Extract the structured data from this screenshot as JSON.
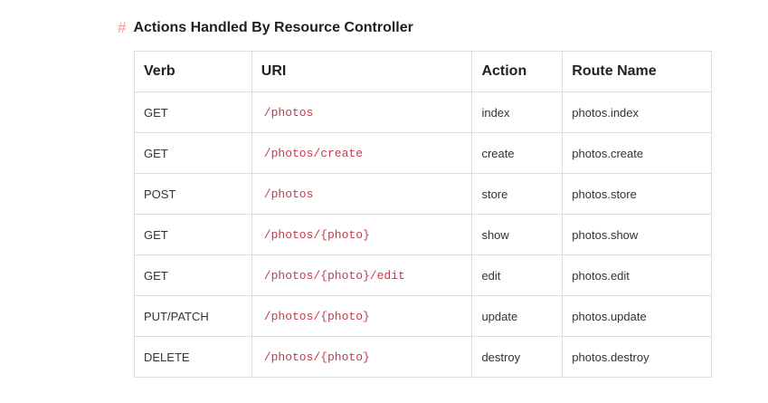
{
  "heading": {
    "hash": "#",
    "title": "Actions Handled By Resource Controller"
  },
  "table": {
    "headers": [
      "Verb",
      "URI",
      "Action",
      "Route Name"
    ],
    "rows": [
      {
        "verb": "GET",
        "uri": "/photos",
        "action": "index",
        "route": "photos.index"
      },
      {
        "verb": "GET",
        "uri": "/photos/create",
        "action": "create",
        "route": "photos.create"
      },
      {
        "verb": "POST",
        "uri": "/photos",
        "action": "store",
        "route": "photos.store"
      },
      {
        "verb": "GET",
        "uri": "/photos/{photo}",
        "action": "show",
        "route": "photos.show"
      },
      {
        "verb": "GET",
        "uri": "/photos/{photo}/edit",
        "action": "edit",
        "route": "photos.edit"
      },
      {
        "verb": "PUT/PATCH",
        "uri": "/photos/{photo}",
        "action": "update",
        "route": "photos.update"
      },
      {
        "verb": "DELETE",
        "uri": "/photos/{photo}",
        "action": "destroy",
        "route": "photos.destroy"
      }
    ]
  },
  "colors": {
    "hash": "#ef3b2d",
    "uri_code": "#c6394d",
    "border": "#dedede"
  }
}
